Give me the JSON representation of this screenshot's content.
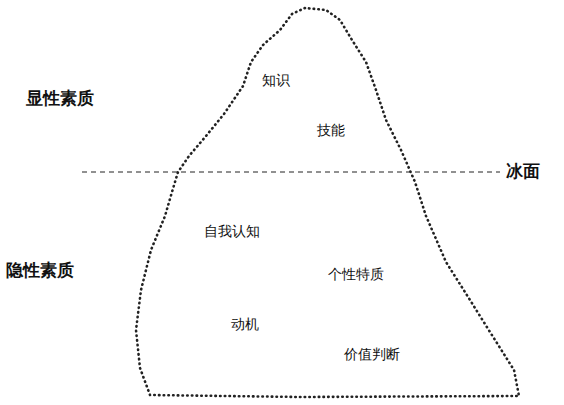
{
  "diagram": {
    "labels": [
      "显性素质",
      "知识",
      "技能",
      "冰面",
      "自我认知",
      "隐性素质",
      "个性特质",
      "动机",
      "价值判断"
    ]
  }
}
